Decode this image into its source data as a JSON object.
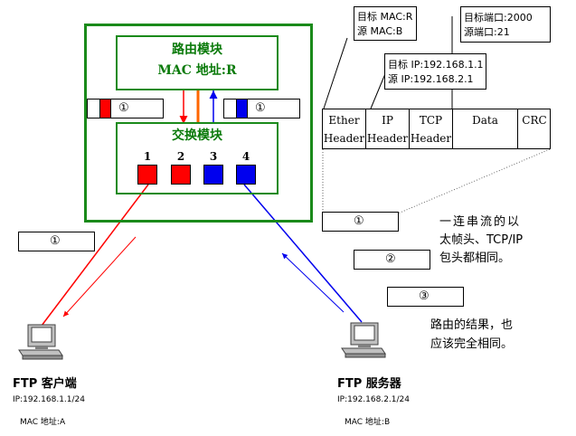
{
  "router": {
    "title": "路由模块",
    "mac": "MAC 地址:R",
    "switch_title": "交换模块",
    "ports": [
      "1",
      "2",
      "3",
      "4"
    ],
    "left_link_label": "①",
    "right_link_label": "①"
  },
  "mac_box": {
    "dst": "目标 MAC:R",
    "src": "源 MAC:B"
  },
  "ip_box": {
    "dst": "目标 IP:192.168.1.1",
    "src": "源 IP:192.168.2.1"
  },
  "port_box": {
    "dst": "目标端口:2000",
    "src": "源端口:21"
  },
  "frame": {
    "cells": [
      {
        "l1": "Ether",
        "l2": "Header"
      },
      {
        "l1": "IP",
        "l2": "Header"
      },
      {
        "l1": "TCP",
        "l2": "Header"
      },
      {
        "l1": "Data",
        "l2": ""
      },
      {
        "l1": "CRC",
        "l2": ""
      }
    ]
  },
  "left_packet_label": "①",
  "stream": {
    "labels": [
      "①",
      "②",
      "③"
    ],
    "note1_line1": "一连串流的以",
    "note1_line2": "太帧头、TCP/IP",
    "note1_line3": "包头都相同。",
    "note2_line1": "路由的结果，也",
    "note2_line2": "应该完全相同。"
  },
  "client": {
    "name": "FTP 客户端",
    "ip": "IP:192.168.1.1/24",
    "mac": "MAC 地址:A"
  },
  "server": {
    "name": "FTP 服务器",
    "ip": "IP:192.168.2.1/24",
    "mac": "MAC 地址:B"
  },
  "colors": {
    "green": "#1a8a1a",
    "red": "#ff0000",
    "blue": "#0000ee",
    "orange": "#ff6600"
  }
}
